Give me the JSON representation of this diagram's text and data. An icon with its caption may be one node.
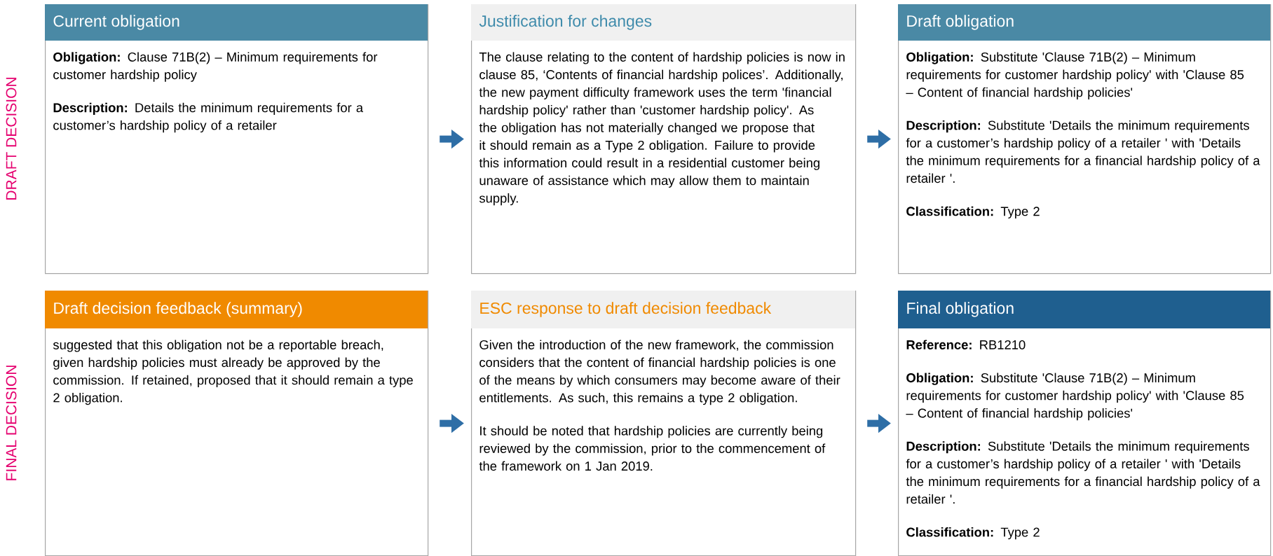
{
  "diagram": {
    "nodes": [
      {
        "text": [
          "Current obligation",
          "**Obligation:** Clause 71B(2) – Minimum requirements for customer hardship policy",
          "**Description:** Details the minimum requirements for a customer’s hardship policy of a retailer"
        ]
      },
      {
        "text": [
          "Justification for changes",
          "The clause relating to the content of hardship policies is now in clause 85, ‘Contents of financial hardship polices’. Additionally, the new payment difficulty framework uses the term 'financial hardship policy' rather than 'customer hardship policy'. As the obligation has not materially changed we propose that it should remain as a Type 2 obligation. Failure to provide this information could result in a residential customer being unaware of assistance which may allow them to maintain supply."
        ]
      },
      {
        "text": [
          "Draft obligation",
          "**Obligation:** Substitute 'Clause 71B(2) – Minimum requirements for customer hardship policy' with 'Clause 85 – Content of financial hardship policies'",
          "**Description:** Substitute 'Details the minimum requirements for a customer’s hardship policy of a retailer ' with 'Details the minimum requirements for a financial hardship policy of a retailer '.",
          "**Classification:** Type 2"
        ]
      },
      {
        "text": [
          "Draft decision feedback (summary)",
          "suggested that this obligation not be a reportable breach, given hardship policies must already be approved by the commission. If retained, proposed that it should remain a type 2 obligation."
        ]
      },
      {
        "text": [
          "ESC response to draft decision feedback",
          "Given the introduction of the new framework, the commission considers that the content of financial hardship policies is one of the means by which consumers may become aware of their entitlements. As such, this remains a type 2 obligation.",
          "It should be noted that hardship policies are currently being reviewed by the commission, prior to the commencement of the framework on 1 Jan 2019."
        ]
      },
      {
        "text": [
          "Final obligation",
          "**Reference:** RB1210",
          "**Obligation:** Substitute 'Clause 71B(2) – Minimum requirements for customer hardship policy' with 'Clause 85 – Content of financial hardship policies'",
          "**Description:** Substitute 'Details the minimum requirements for a customer’s hardship policy of a retailer ' with 'Details the minimum requirements for a financial hardship policy of a retailer '.",
          "**Classification:** Type 2"
        ]
      }
    ],
    "edges": [
      {
        "from": 0,
        "to": 1,
        "arrow": "to"
      },
      {
        "from": 1,
        "to": 2,
        "arrow": "to"
      },
      {
        "from": 3,
        "to": 4,
        "arrow": "to"
      },
      {
        "from": 4,
        "to": 5,
        "arrow": "to"
      }
    ],
    "labels": [
      "DRAFT DECISION",
      "FINAL DECISION"
    ]
  }
}
